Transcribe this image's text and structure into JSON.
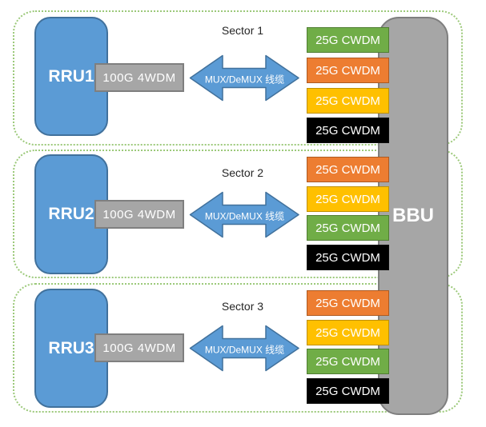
{
  "palette": {
    "blue": {
      "fill": "#5B9BD5",
      "border": "#41719C"
    },
    "gray": {
      "fill": "#A6A6A6",
      "border": "#7F7F7F"
    },
    "green": {
      "fill": "#70AD47",
      "border": "#507E32"
    },
    "orange": {
      "fill": "#ED7D31",
      "border": "#AE5A21"
    },
    "yellow": {
      "fill": "#FFC000",
      "border": "#BF9000"
    },
    "black": {
      "fill": "#000000",
      "border": "#0D0D0D"
    },
    "dash": {
      "fill": "",
      "border": "#9CC97A"
    }
  },
  "diagram": {
    "bbu_label": "BBU",
    "sectors": [
      {
        "label": "Sector 1",
        "rru_label": "RRU1",
        "wdm_label": "100G 4WDM",
        "arrow_label": "MUX/DeMUX 线缆",
        "modules": [
          {
            "label": "25G CWDM",
            "color": "green"
          },
          {
            "label": "25G CWDM",
            "color": "orange"
          },
          {
            "label": "25G CWDM",
            "color": "yellow"
          },
          {
            "label": "25G CWDM",
            "color": "black"
          }
        ]
      },
      {
        "label": "Sector 2",
        "rru_label": "RRU2",
        "wdm_label": "100G 4WDM",
        "arrow_label": "MUX/DeMUX 线缆",
        "modules": [
          {
            "label": "25G CWDM",
            "color": "orange"
          },
          {
            "label": "25G CWDM",
            "color": "yellow"
          },
          {
            "label": "25G CWDM",
            "color": "green"
          },
          {
            "label": "25G CWDM",
            "color": "black"
          }
        ]
      },
      {
        "label": "Sector 3",
        "rru_label": "RRU3",
        "wdm_label": "100G 4WDM",
        "arrow_label": "MUX/DeMUX 线缆",
        "modules": [
          {
            "label": "25G CWDM",
            "color": "orange"
          },
          {
            "label": "25G CWDM",
            "color": "yellow"
          },
          {
            "label": "25G CWDM",
            "color": "green"
          },
          {
            "label": "25G CWDM",
            "color": "black"
          }
        ]
      }
    ]
  }
}
